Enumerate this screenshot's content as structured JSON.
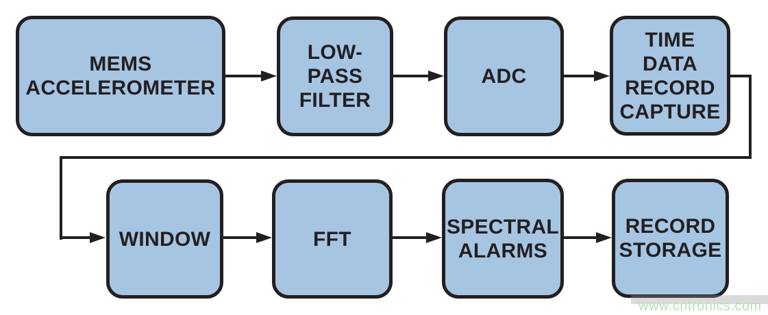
{
  "diagram": {
    "type": "block-diagram",
    "description": "Signal processing chain from MEMS accelerometer to record storage",
    "nodes": [
      {
        "id": "mems-accelerometer",
        "label": "MEMS\nACCELEROMETER"
      },
      {
        "id": "low-pass-filter",
        "label": "LOW-\nPASS\nFILTER"
      },
      {
        "id": "adc",
        "label": "ADC"
      },
      {
        "id": "time-data-record-capture",
        "label": "TIME\nDATA\nRECORD\nCAPTURE"
      },
      {
        "id": "window",
        "label": "WINDOW"
      },
      {
        "id": "fft",
        "label": "FFT"
      },
      {
        "id": "spectral-alarms",
        "label": "SPECTRAL\nALARMS"
      },
      {
        "id": "record-storage",
        "label": "RECORD\nSTORAGE"
      }
    ],
    "edges": [
      {
        "from": "mems-accelerometer",
        "to": "low-pass-filter"
      },
      {
        "from": "low-pass-filter",
        "to": "adc"
      },
      {
        "from": "adc",
        "to": "time-data-record-capture"
      },
      {
        "from": "time-data-record-capture",
        "to": "window"
      },
      {
        "from": "window",
        "to": "fft"
      },
      {
        "from": "fft",
        "to": "spectral-alarms"
      },
      {
        "from": "spectral-alarms",
        "to": "record-storage"
      }
    ],
    "colors": {
      "node_fill": "#a6c5e3",
      "node_border": "#231f20",
      "connector": "#231f20",
      "text": "#231f20"
    }
  },
  "watermark": {
    "text": "www.cntronics.com",
    "color": "#b2e4b1",
    "band_color": "rgba(150,150,150,0.35)"
  }
}
